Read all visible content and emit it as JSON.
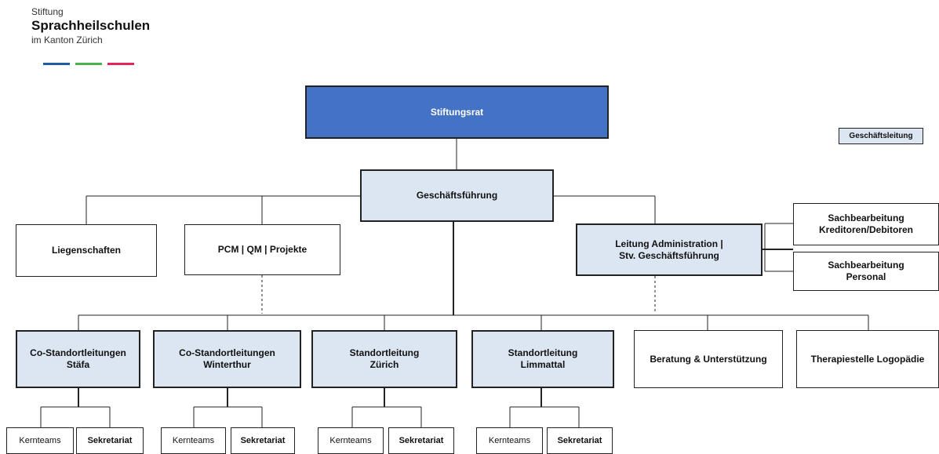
{
  "logo": {
    "line1": "Stiftung",
    "line2": "Sprachheilschulen",
    "line3": "im Kanton Zürich",
    "bar_colors": [
      "#1f5aa6",
      "#4caf50",
      "#e2245b"
    ]
  },
  "legend": {
    "label": "Geschäftsleitung"
  },
  "nodes": {
    "stiftungsrat": "Stiftungsrat",
    "geschaeftsfuehrung": "Geschäftsführung",
    "liegenschaften": "Liegenschaften",
    "pcm": "PCM | QM | Projekte",
    "leitung_admin": "Leitung Administration |\nStv. Geschäftsführung",
    "sb_kreditoren": "Sachbearbeitung\nKreditoren/Debitoren",
    "sb_personal": "Sachbearbeitung\nPersonal",
    "staefa": "Co-Standortleitungen\nStäfa",
    "winterthur": "Co-Standortleitungen\nWinterthur",
    "zuerich": "Standortleitung\nZürich",
    "limmattal": "Standortleitung\nLimmattal",
    "beratung": "Beratung & Unterstützung",
    "therapie": "Therapiestelle Logopädie"
  },
  "sub": {
    "kernteams": "Kernteams",
    "sekretariat": "Sekretariat"
  },
  "colors": {
    "management": "#dce6f2",
    "board": "#4472c4",
    "line": "#222222"
  }
}
